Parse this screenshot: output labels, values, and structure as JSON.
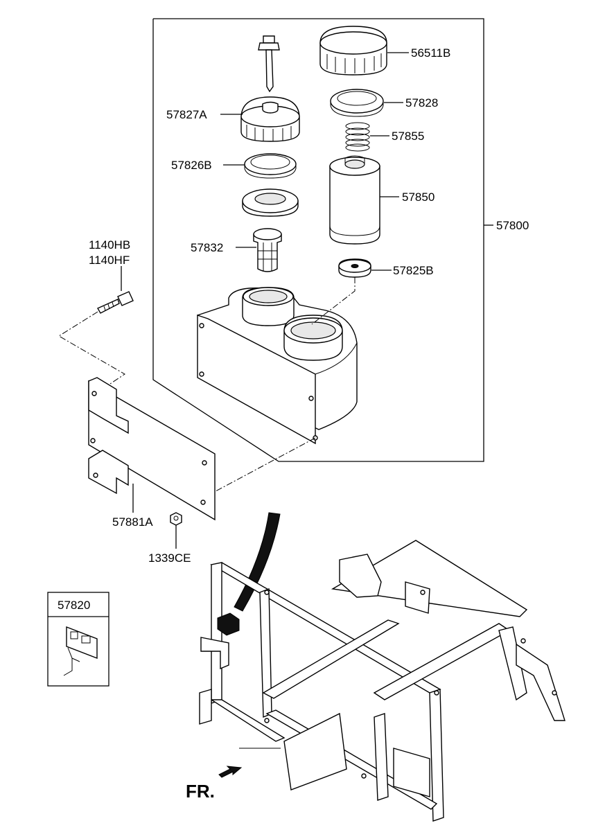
{
  "labels": {
    "cap_56511B": "56511B",
    "gasket_57828": "57828",
    "spring_57855": "57855",
    "cap_57827A": "57827A",
    "gasket_57826B": "57826B",
    "filter_57850": "57850",
    "assembly_57800": "57800",
    "bolt_1140HB": "1140HB",
    "bolt_1140HF": "1140HF",
    "strainer_57832": "57832",
    "plate_57825B": "57825B",
    "bracket_57881A": "57881A",
    "nut_1339CE": "1339CE",
    "inset_57820": "57820"
  },
  "direction_label": "FR."
}
